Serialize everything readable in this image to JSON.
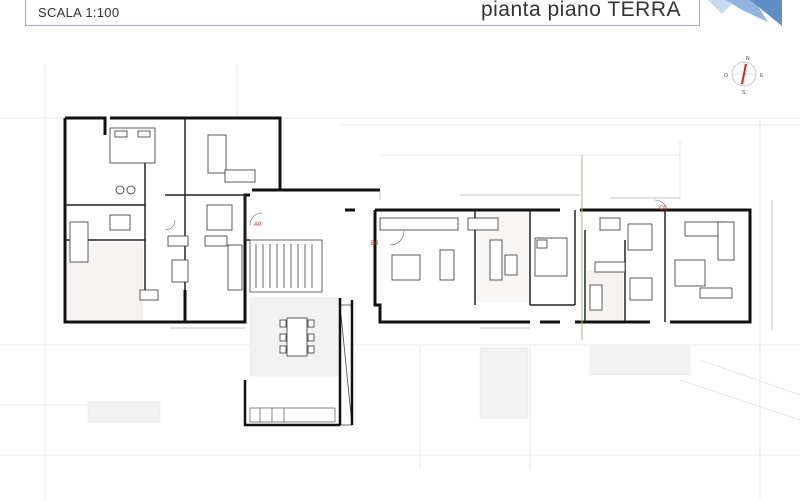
{
  "header": {
    "scale": "SCALA 1:100",
    "title": "pianta piano TERRA"
  },
  "compass": {
    "north": "N",
    "east": "E",
    "west": "O",
    "south": "S"
  },
  "labels": {
    "unit_a": "A0",
    "unit_b": "B0",
    "unit_c": "C0"
  },
  "colors": {
    "wall": "#111111",
    "accent_red": "#d62020",
    "logo_blue": "#8fb4dd",
    "frame": "#9ab0c2",
    "grid_line": "#cfcfcf"
  }
}
